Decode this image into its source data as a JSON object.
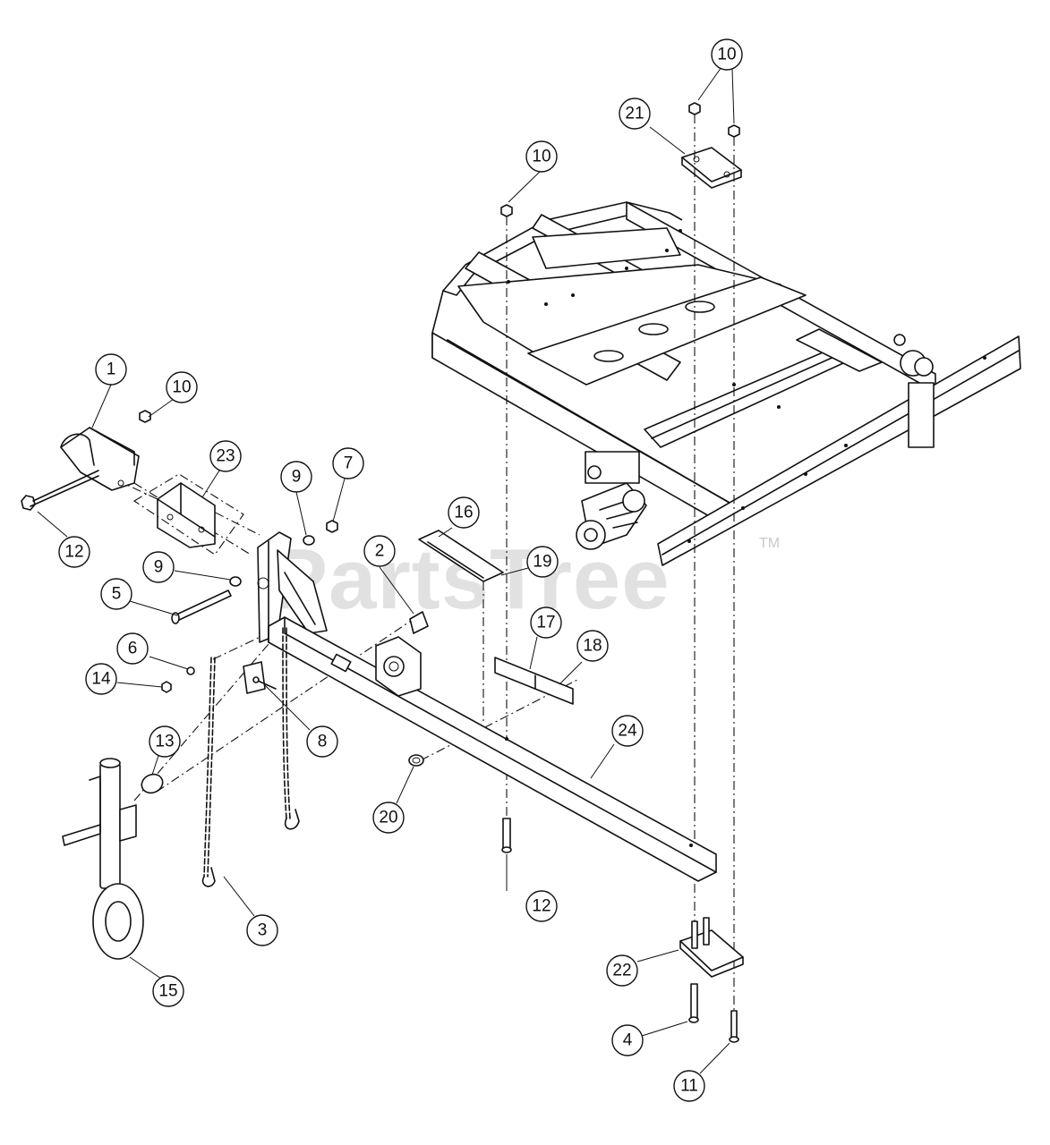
{
  "watermark": {
    "text": "PartsTree",
    "mark": "TM"
  },
  "callouts": [
    {
      "id": "c1",
      "label": "1"
    },
    {
      "id": "c10a",
      "label": "10"
    },
    {
      "id": "c12a",
      "label": "12"
    },
    {
      "id": "c23",
      "label": "23"
    },
    {
      "id": "c9a",
      "label": "9"
    },
    {
      "id": "c7",
      "label": "7"
    },
    {
      "id": "c9b",
      "label": "9"
    },
    {
      "id": "c5",
      "label": "5"
    },
    {
      "id": "c2",
      "label": "2"
    },
    {
      "id": "c16",
      "label": "16"
    },
    {
      "id": "c19",
      "label": "19"
    },
    {
      "id": "c6",
      "label": "6"
    },
    {
      "id": "c14",
      "label": "14"
    },
    {
      "id": "c8",
      "label": "8"
    },
    {
      "id": "c17",
      "label": "17"
    },
    {
      "id": "c18",
      "label": "18"
    },
    {
      "id": "c24",
      "label": "24"
    },
    {
      "id": "c13",
      "label": "13"
    },
    {
      "id": "c20",
      "label": "20"
    },
    {
      "id": "c3",
      "label": "3"
    },
    {
      "id": "c15",
      "label": "15"
    },
    {
      "id": "c12b",
      "label": "12"
    },
    {
      "id": "c10b",
      "label": "10"
    },
    {
      "id": "c21",
      "label": "21"
    },
    {
      "id": "c10c",
      "label": "10"
    },
    {
      "id": "c22",
      "label": "22"
    },
    {
      "id": "c4",
      "label": "4"
    },
    {
      "id": "c11",
      "label": "11"
    }
  ]
}
